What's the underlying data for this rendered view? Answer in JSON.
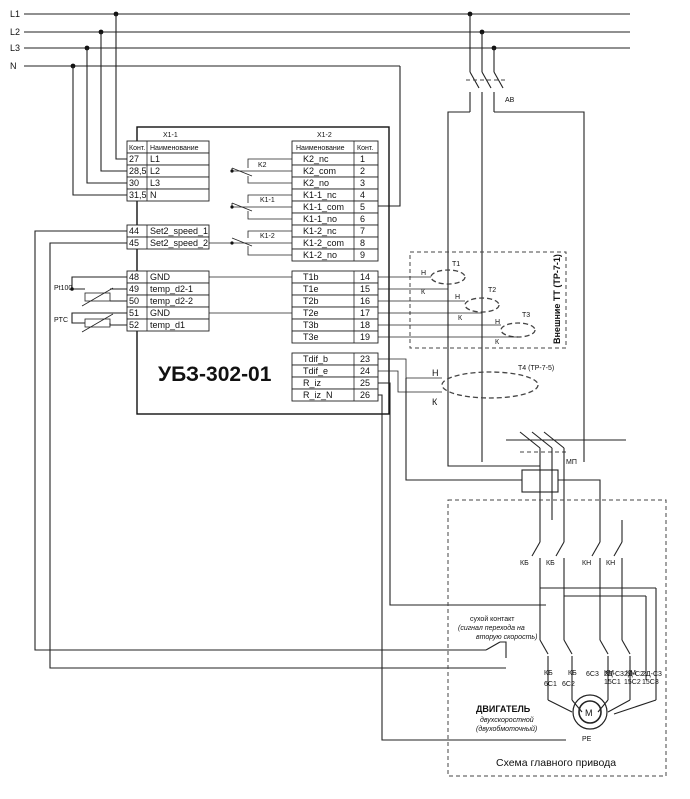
{
  "bus": {
    "l1": "L1",
    "l2": "L2",
    "l3": "L3",
    "n": "N"
  },
  "device": {
    "title": "УБЗ-302-01"
  },
  "x11": {
    "name": "X1-1",
    "head_pin": "Конт.",
    "head_name": "Наименование",
    "rows": [
      {
        "pin": "27",
        "name": "L1"
      },
      {
        "pin": "28,5",
        "name": "L2"
      },
      {
        "pin": "30",
        "name": "L3"
      },
      {
        "pin": "31,5",
        "name": "N"
      },
      {
        "pin": "44",
        "name": "Set2_speed_1"
      },
      {
        "pin": "45",
        "name": "Set2_speed_2"
      },
      {
        "pin": "48",
        "name": "GND"
      },
      {
        "pin": "49",
        "name": "temp_d2-1"
      },
      {
        "pin": "50",
        "name": "temp_d2-2"
      },
      {
        "pin": "51",
        "name": "GND"
      },
      {
        "pin": "52",
        "name": "temp_d1"
      }
    ]
  },
  "x12": {
    "name": "X1-2",
    "head_name": "Наименование",
    "head_pin": "Конт.",
    "rows": [
      {
        "name": "K2_nc",
        "pin": "1"
      },
      {
        "name": "K2_com",
        "pin": "2"
      },
      {
        "name": "K2_no",
        "pin": "3"
      },
      {
        "name": "K1-1_nc",
        "pin": "4"
      },
      {
        "name": "K1-1_com",
        "pin": "5"
      },
      {
        "name": "K1-1_no",
        "pin": "6"
      },
      {
        "name": "K1-2_nc",
        "pin": "7"
      },
      {
        "name": "K1-2_com",
        "pin": "8"
      },
      {
        "name": "K1-2_no",
        "pin": "9"
      },
      {
        "name": "T1b",
        "pin": "14"
      },
      {
        "name": "T1e",
        "pin": "15"
      },
      {
        "name": "T2b",
        "pin": "16"
      },
      {
        "name": "T2e",
        "pin": "17"
      },
      {
        "name": "T3b",
        "pin": "18"
      },
      {
        "name": "T3e",
        "pin": "19"
      },
      {
        "name": "Tdif_b",
        "pin": "23"
      },
      {
        "name": "Tdif_e",
        "pin": "24"
      },
      {
        "name": "R_iz",
        "pin": "25"
      },
      {
        "name": "R_iz_N",
        "pin": "26"
      }
    ]
  },
  "relays": {
    "k2": "K2",
    "k11": "K1-1",
    "k12": "K1-2"
  },
  "sensors": {
    "pt100": "Pt100",
    "ptc": "PTC"
  },
  "ct": {
    "group_label": "Внешние ТТ (ТР-7-1)",
    "t1": "T1",
    "t2": "T2",
    "t3": "T3",
    "t4": "T4 (ТР-7-5)",
    "h": "Н",
    "k": "К"
  },
  "breaker": {
    "label": "АВ"
  },
  "starter": {
    "label": "МП"
  },
  "contactors": {
    "kb": "КБ",
    "kh": "КН",
    "km": "КМ"
  },
  "dry_contact": {
    "line1": "сухой контакт",
    "line2": "(сигнал перехода на",
    "line3": "вторую скорость)"
  },
  "motor": {
    "title": "ДВИГАТЕЛЬ",
    "sub1": "двухскоростной",
    "sub2": "(двухобмоточный)",
    "symbol": "М",
    "pe": "PE",
    "terms": [
      "6С1",
      "6С2",
      "6С3",
      "2Д-С3",
      "15С1",
      "2Д-С2",
      "15С2",
      "2Д-С3",
      "15С3"
    ]
  },
  "main_drive": {
    "label": "Схема главного привода"
  }
}
